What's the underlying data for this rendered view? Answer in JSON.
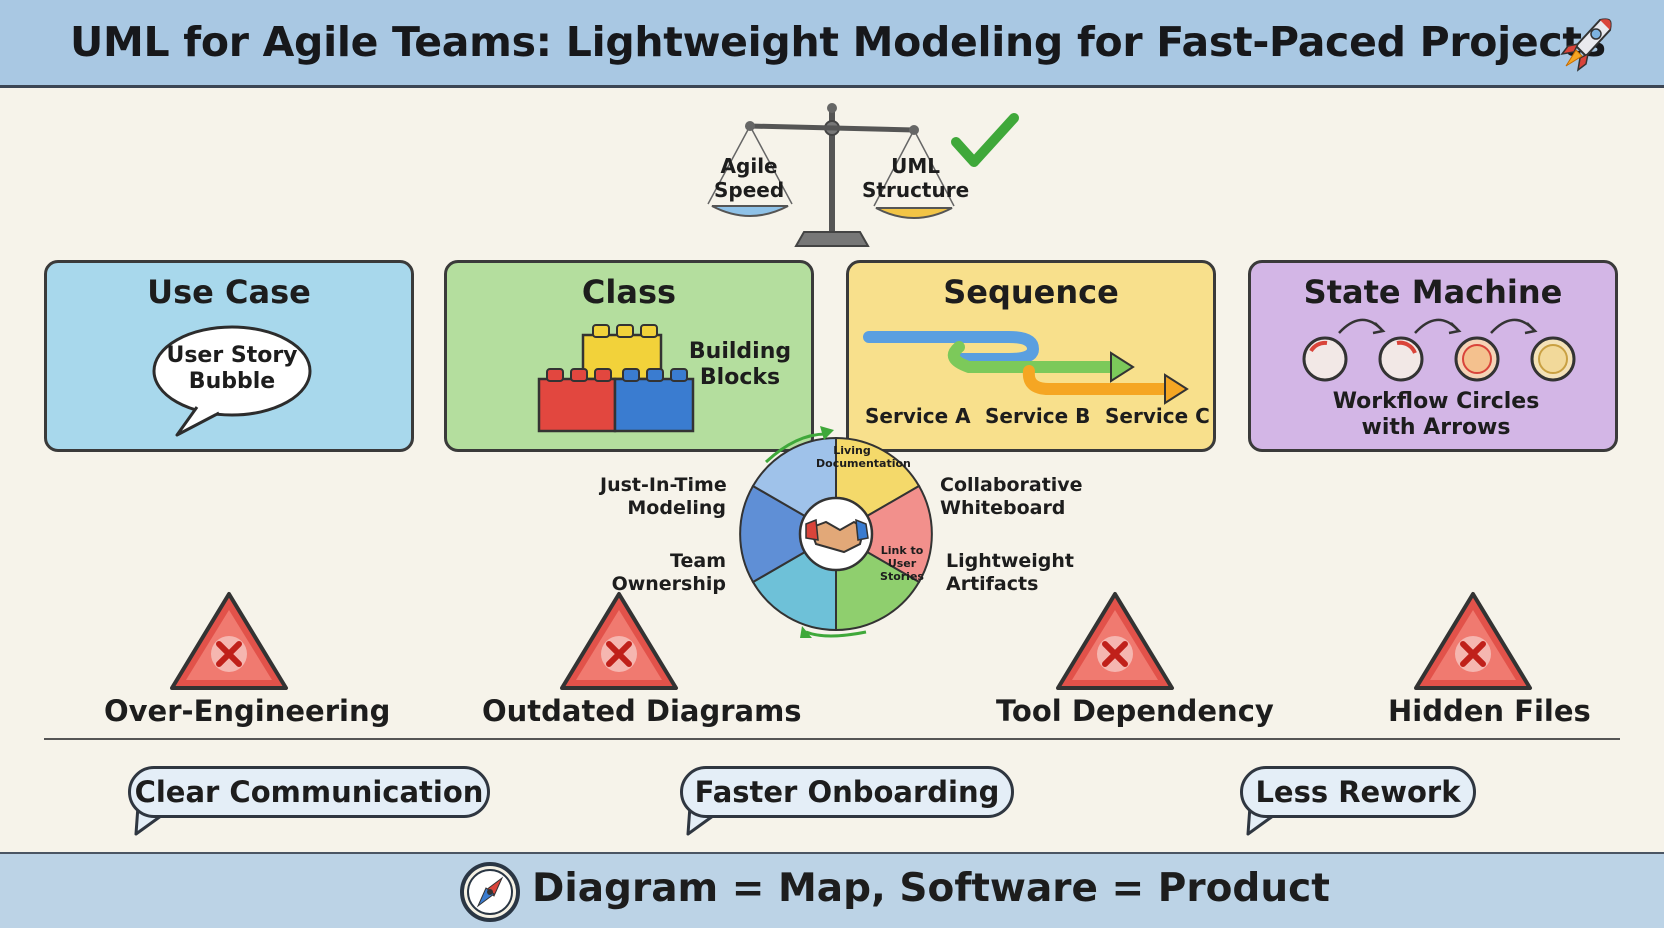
{
  "header": {
    "title": "UML for Agile Teams: Lightweight Modeling for Fast-Paced Projects"
  },
  "balance": {
    "left_label": "Agile\nSpeed",
    "right_label": "UML\nStructure"
  },
  "cards": [
    {
      "title": "Use Case",
      "note": "User Story\nBubble",
      "color": "#a8d8ec"
    },
    {
      "title": "Class",
      "note": "Building\nBlocks",
      "color": "#b4de9e"
    },
    {
      "title": "Sequence",
      "color": "#f8e08c",
      "services": [
        "Service A",
        "Service B",
        "Service C"
      ]
    },
    {
      "title": "State Machine",
      "note": "Workflow Circles\nwith Arrows",
      "color": "#d3b6e6"
    }
  ],
  "cycle": {
    "center_icon": "handshake-icon",
    "inner_labels": [
      "Living\nDocumentation",
      "Link to\nUser\nStories"
    ],
    "outer_labels": {
      "just_in_time": "Just-In-Time\nModeling",
      "collaborative": "Collaborative\nWhiteboard",
      "team": "Team\nOwnership",
      "lightweight": "Lightweight\nArtifacts"
    }
  },
  "pitfalls": [
    "Over-Engineering",
    "Outdated Diagrams",
    "Tool Dependency",
    "Hidden Files"
  ],
  "benefits": [
    "Clear Communication",
    "Faster Onboarding",
    "Less Rework"
  ],
  "footer": {
    "text": "Diagram = Map, Software = Product"
  }
}
